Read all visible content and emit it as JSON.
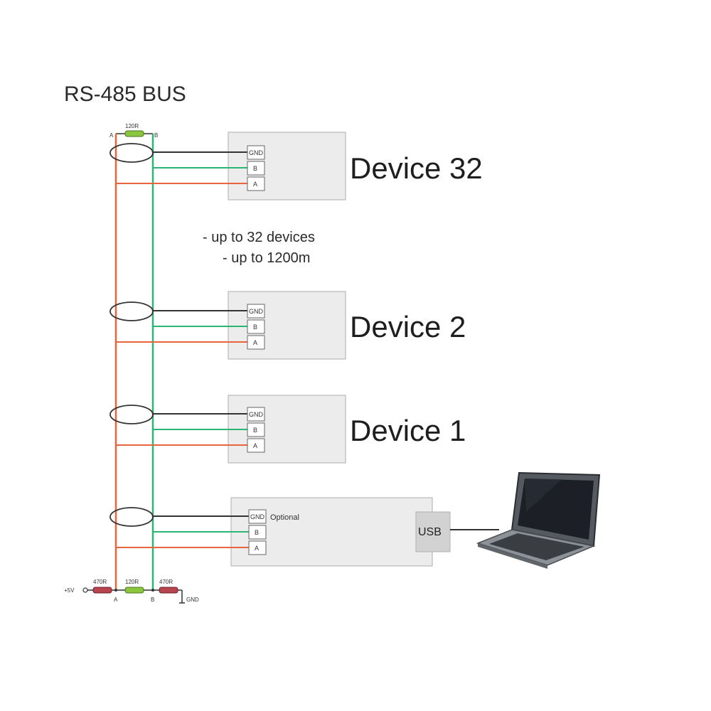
{
  "title": "RS-485 BUS",
  "top_terminator": {
    "label": "120R",
    "left_label": "A",
    "right_label": "B"
  },
  "notes": [
    "- up to 32 devices",
    "- up to 1200m"
  ],
  "devices": [
    {
      "name": "Device 32",
      "terminals": [
        "GND",
        "B",
        "A"
      ]
    },
    {
      "name": "Device 2",
      "terminals": [
        "GND",
        "B",
        "A"
      ]
    },
    {
      "name": "Device 1",
      "terminals": [
        "GND",
        "B",
        "A"
      ]
    }
  ],
  "converter": {
    "label": "Optional",
    "terminals": [
      "GND",
      "B",
      "A"
    ],
    "port": "USB"
  },
  "bias_network": {
    "supply_label": "+5V",
    "pullup_label": "470R",
    "terminator_label": "120R",
    "pulldown_label": "470R",
    "ground_label": "GND",
    "line_a_label": "A",
    "line_b_label": "B"
  },
  "colors": {
    "line_a": "#e8643c",
    "line_b": "#2bb673",
    "gnd_wire": "#333333",
    "box_fill": "#ececec",
    "box_stroke": "#b9b9b9",
    "resistor_red": "#b7454f",
    "resistor_green": "#8cc63f"
  }
}
